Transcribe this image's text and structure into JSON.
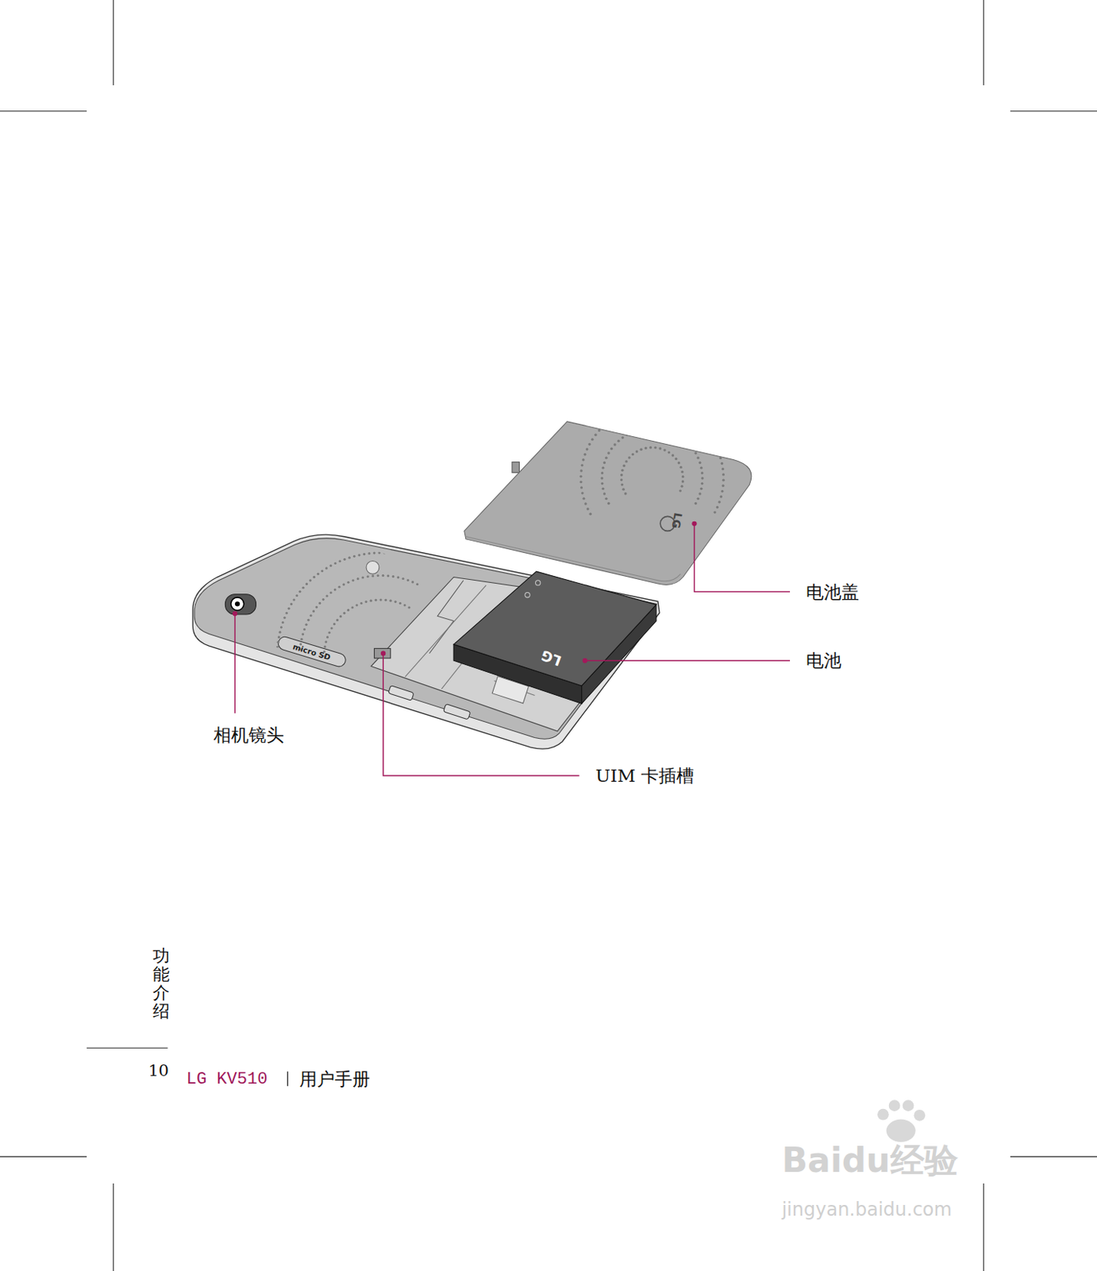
{
  "diagram": {
    "labels": [
      "LG",
      "电池盖",
      "LG",
      "micro SD",
      "电池",
      "相机镜头",
      "UIM 卡插槽",
      "功能介绍",
      "10",
      "LG KV510",
      "用户手册",
      "Baidu经验",
      "jingyan.baidu.com"
    ]
  }
}
